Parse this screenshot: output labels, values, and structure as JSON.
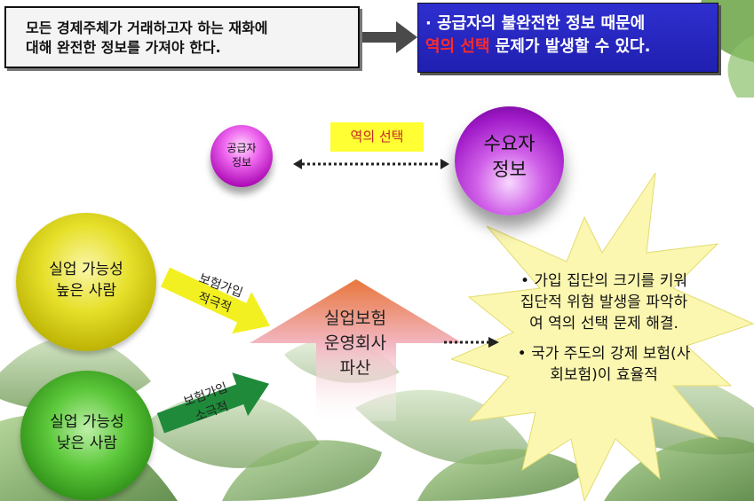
{
  "premise": {
    "line1": "모든 경제주체가 거래하고자 하는 재화에",
    "line2": "대해 완전한 정보를 가져야 한다."
  },
  "conclusion": {
    "line1": "· 공급자의 불완전한 정보 때문에",
    "line2_red": "역의 선택",
    "line2_rest": " 문제가 발생할 수 있다."
  },
  "supplier_orb": {
    "line1": "공급자",
    "line2": "정보"
  },
  "demander_orb": {
    "line1": "수요자",
    "line2": "정보"
  },
  "adverse_label": "역의 선택",
  "high_orb": {
    "line1": "실업 가능성",
    "line2": "높은 사람"
  },
  "low_orb": {
    "line1": "실업 가능성",
    "line2": "낮은 사람"
  },
  "arrow_high": {
    "line1": "보험가입",
    "line2": "적극적"
  },
  "arrow_low": {
    "line1": "보험가입",
    "line2": "소극적"
  },
  "center": {
    "line1": "실업보험",
    "line2": "운영회사",
    "line3": "파산"
  },
  "solution": {
    "point1": "• 가입 집단의 크기를 키워 집단적 위험 발생을 파악하여 역의 선택 문제 해결.",
    "point2": "• 국가 주도의 강제 보험(사회보험)이 효율적"
  },
  "colors": {
    "conclusion_bg": "#2020b8",
    "highlight_red": "#ff2a2a",
    "label_yellow": "#ffff33",
    "star_yellow": "#fbf7b0",
    "arrow_yellow": "#f2f020",
    "arrow_green": "#1e8a3a",
    "leaf_green": "#6fae48"
  }
}
